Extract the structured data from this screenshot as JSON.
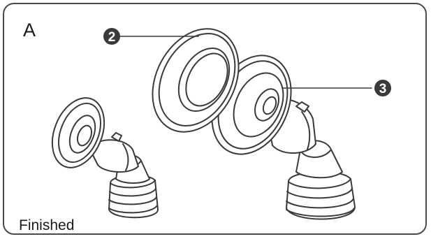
{
  "panel": {
    "letter": "A",
    "caption": "Finished"
  },
  "callouts": [
    {
      "number": "2",
      "part": "flange-cushion"
    },
    {
      "number": "3",
      "part": "pump-flange"
    }
  ],
  "colors": {
    "line": "#3a3a3a",
    "frame": "#4a4a4a",
    "callout_fill": "#3a3a3a"
  }
}
